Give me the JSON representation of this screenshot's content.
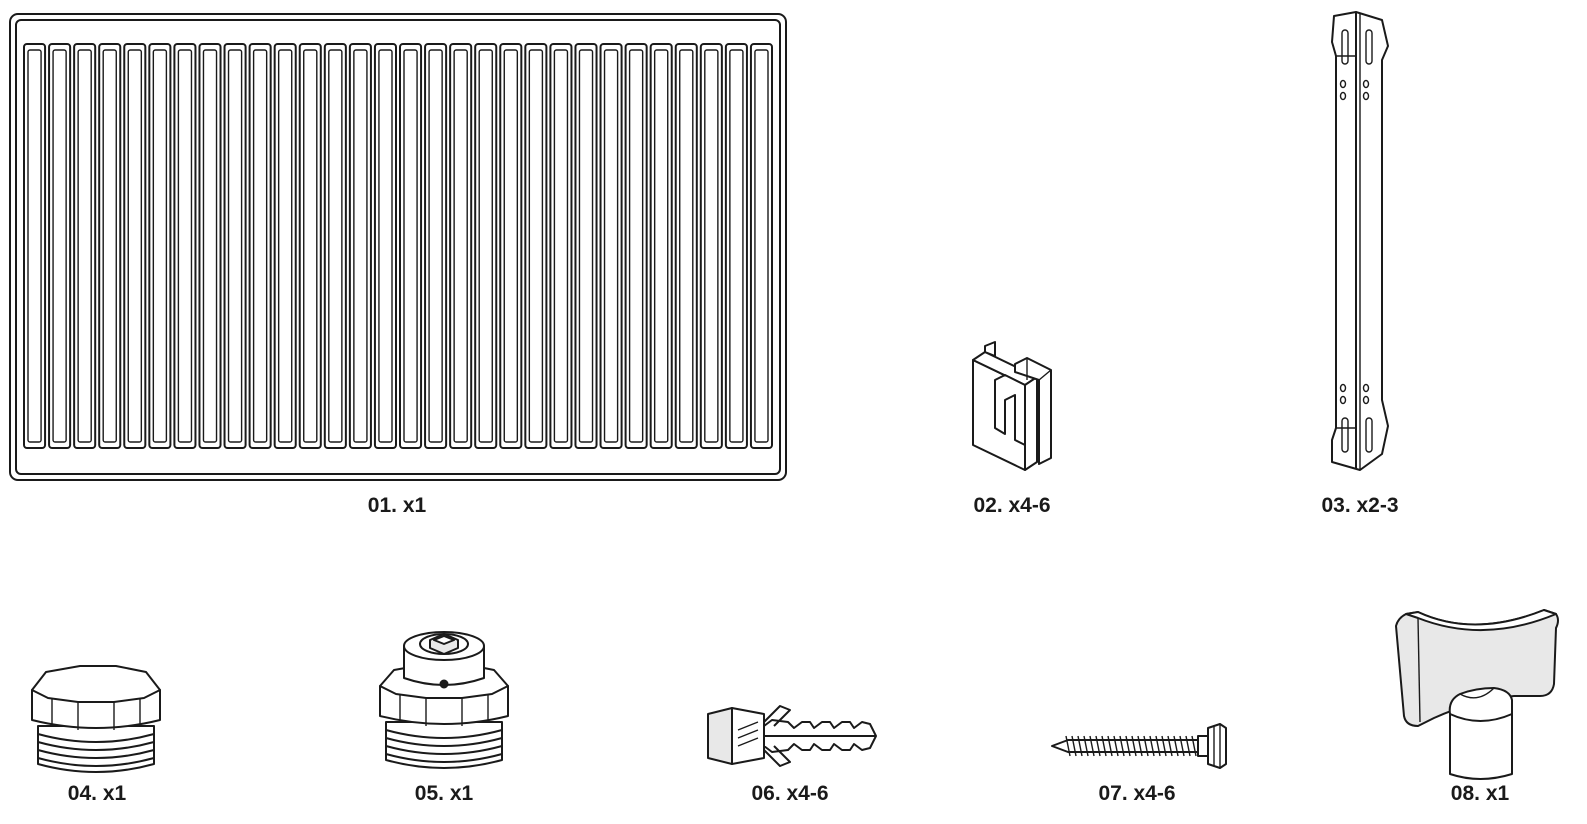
{
  "parts": [
    {
      "id": "01",
      "label": "01. x1",
      "name": "Panel radiator"
    },
    {
      "id": "02",
      "label": "02. x4-6",
      "name": ""
    },
    {
      "id": "03",
      "label": "03. x2-3",
      "name": ""
    },
    {
      "id": "04",
      "label": "04. x1",
      "name": ""
    },
    {
      "id": "05",
      "label": "05. x1",
      "name": ""
    },
    {
      "id": "06",
      "label": "06. x4-6",
      "name": ""
    },
    {
      "id": "07",
      "label": "07. x4-6",
      "name": ""
    },
    {
      "id": "08",
      "label": "08. x1",
      "name": ""
    }
  ],
  "radiator": {
    "fin_count": 30
  }
}
